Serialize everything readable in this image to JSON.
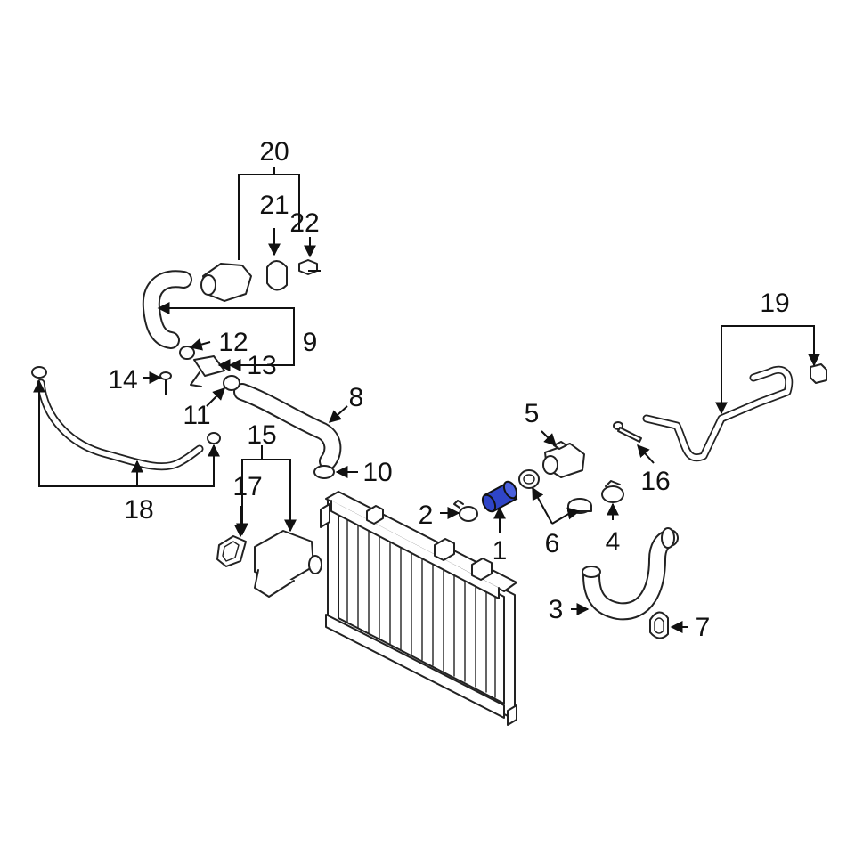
{
  "diagram": {
    "highlight_color": "#2f45c8",
    "line_color": "#111111",
    "background": "#ffffff",
    "callouts": {
      "c1": "1",
      "c2": "2",
      "c3": "3",
      "c4": "4",
      "c5": "5",
      "c6": "6",
      "c7": "7",
      "c8": "8",
      "c9": "9",
      "c10": "10",
      "c11": "11",
      "c12": "12",
      "c13": "13",
      "c14": "14",
      "c15": "15",
      "c16": "16",
      "c17": "17",
      "c18": "18",
      "c19": "19",
      "c20": "20",
      "c21": "21",
      "c22": "22"
    }
  }
}
